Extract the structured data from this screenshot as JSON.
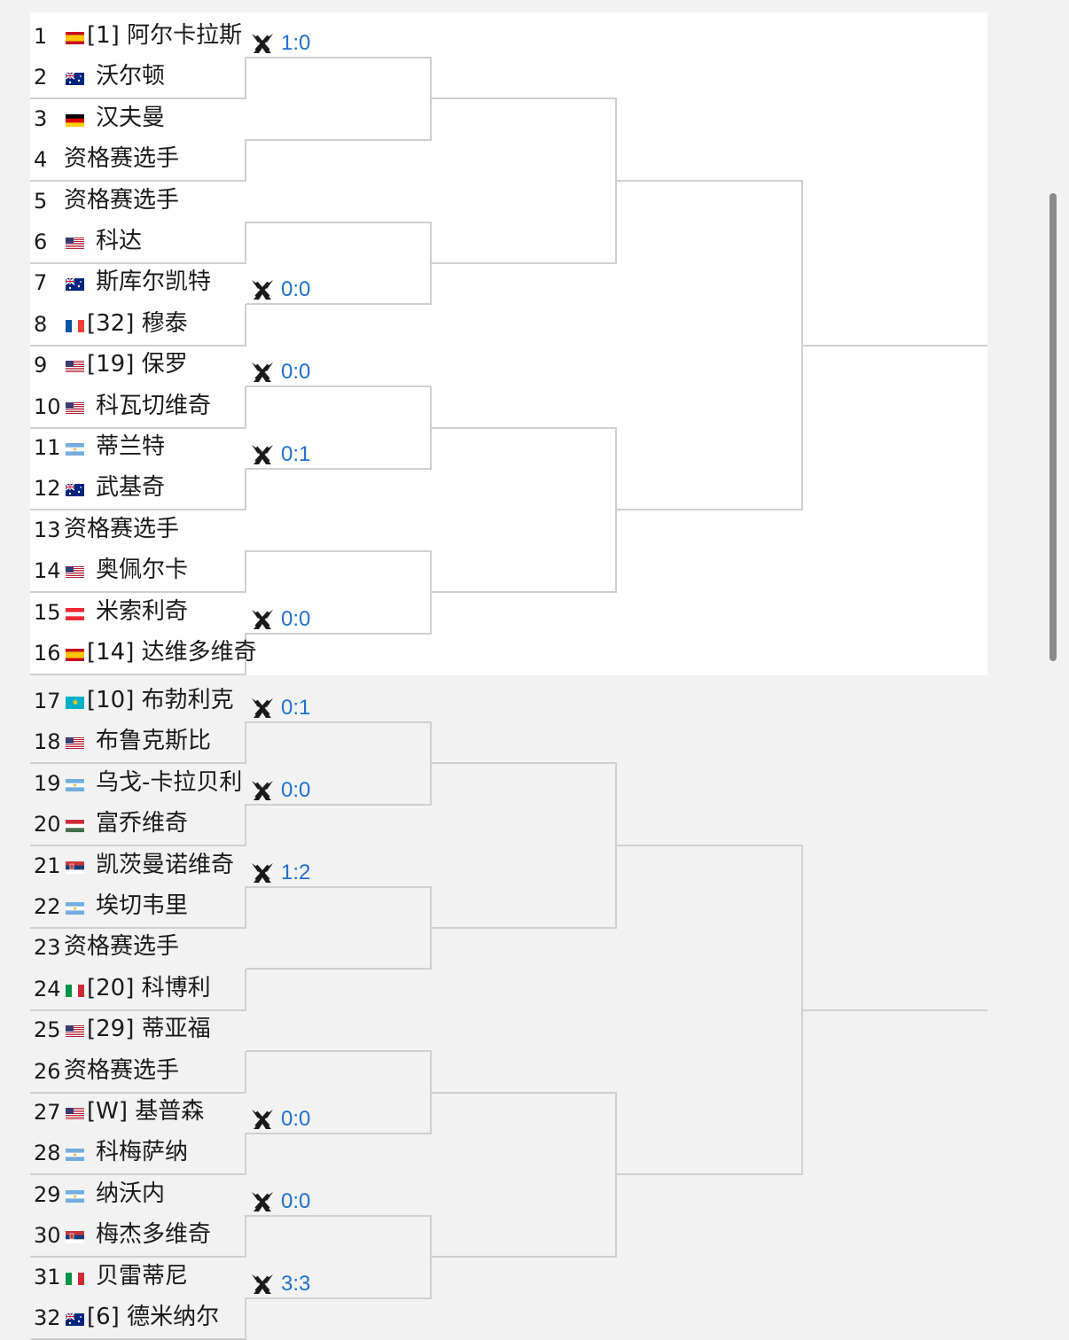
{
  "players": [
    {
      "num": "1",
      "flag": "esp",
      "name": "[1] 阿尔卡拉斯"
    },
    {
      "num": "2",
      "flag": "aus",
      "name": "沃尔顿"
    },
    {
      "num": "3",
      "flag": "ger",
      "name": "汉夫曼"
    },
    {
      "num": "4",
      "flag": "",
      "name": "资格赛选手"
    },
    {
      "num": "5",
      "flag": "",
      "name": "资格赛选手"
    },
    {
      "num": "6",
      "flag": "usa",
      "name": "科达"
    },
    {
      "num": "7",
      "flag": "aus",
      "name": "斯库尔凯特"
    },
    {
      "num": "8",
      "flag": "fra",
      "name": "[32] 穆泰"
    },
    {
      "num": "9",
      "flag": "usa",
      "name": "[19] 保罗"
    },
    {
      "num": "10",
      "flag": "usa",
      "name": "科瓦切维奇"
    },
    {
      "num": "11",
      "flag": "arg",
      "name": "蒂兰特"
    },
    {
      "num": "12",
      "flag": "aus",
      "name": "武基奇"
    },
    {
      "num": "13",
      "flag": "",
      "name": "资格赛选手"
    },
    {
      "num": "14",
      "flag": "usa",
      "name": "奥佩尔卡"
    },
    {
      "num": "15",
      "flag": "aut",
      "name": "米索利奇"
    },
    {
      "num": "16",
      "flag": "esp",
      "name": "[14] 达维多维奇"
    },
    {
      "num": "17",
      "flag": "kaz",
      "name": "[10] 布勃利克"
    },
    {
      "num": "18",
      "flag": "usa",
      "name": "布鲁克斯比"
    },
    {
      "num": "19",
      "flag": "arg",
      "name": "乌戈-卡拉贝利"
    },
    {
      "num": "20",
      "flag": "hun",
      "name": "富乔维奇"
    },
    {
      "num": "21",
      "flag": "srb",
      "name": "凯茨曼诺维奇"
    },
    {
      "num": "22",
      "flag": "arg",
      "name": "埃切韦里"
    },
    {
      "num": "23",
      "flag": "",
      "name": "资格赛选手"
    },
    {
      "num": "24",
      "flag": "ita",
      "name": "[20] 科博利"
    },
    {
      "num": "25",
      "flag": "usa",
      "name": "[29] 蒂亚福"
    },
    {
      "num": "26",
      "flag": "",
      "name": "资格赛选手"
    },
    {
      "num": "27",
      "flag": "usa",
      "name": "[W] 基普森"
    },
    {
      "num": "28",
      "flag": "arg",
      "name": "科梅萨纳"
    },
    {
      "num": "29",
      "flag": "arg",
      "name": "纳沃内"
    },
    {
      "num": "30",
      "flag": "srb",
      "name": "梅杰多维奇"
    },
    {
      "num": "31",
      "flag": "ita",
      "name": "贝雷蒂尼"
    },
    {
      "num": "32",
      "flag": "aus",
      "name": "[6] 德米纳尔"
    }
  ],
  "match_scores": [
    {
      "match": 1,
      "score": "1:0",
      "icon": "versus-icon"
    },
    {
      "match": 4,
      "score": "0:0",
      "icon": "versus-icon"
    },
    {
      "match": 5,
      "score": "0:0",
      "icon": "versus-icon"
    },
    {
      "match": 6,
      "score": "0:1",
      "icon": "versus-icon"
    },
    {
      "match": 8,
      "score": "0:0",
      "icon": "versus-icon"
    },
    {
      "match": 9,
      "score": "0:1",
      "icon": "versus-icon"
    },
    {
      "match": 10,
      "score": "0:0",
      "icon": "versus-icon"
    },
    {
      "match": 11,
      "score": "1:2",
      "icon": "versus-icon"
    },
    {
      "match": 14,
      "score": "0:0",
      "icon": "versus-icon"
    },
    {
      "match": 15,
      "score": "0:0",
      "icon": "versus-icon"
    },
    {
      "match": 16,
      "score": "3:3",
      "icon": "versus-icon"
    }
  ],
  "colors": {
    "score": "#1f6fd0",
    "bracket_line": "#cfcfcf",
    "top_panel": "#ffffff",
    "bottom_panel": "#f2f2f2"
  }
}
